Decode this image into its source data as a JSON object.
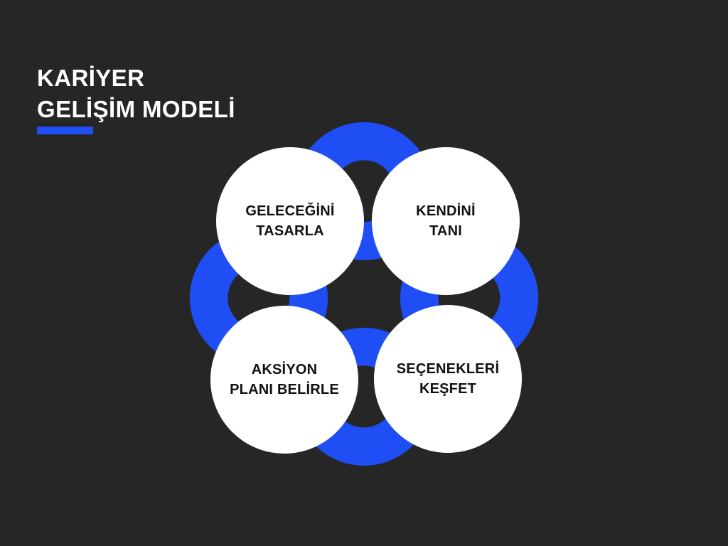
{
  "slide": {
    "background_color": "#262626",
    "accent_color": "#1f4ef5",
    "node_fill_color": "#ffffff",
    "title_color": "#ffffff",
    "title": "KARİYER\nGELİŞİM MODELİ"
  },
  "diagram": {
    "type": "cycle",
    "ring_color": "#1f4ef5",
    "rings": [
      {
        "position": "top"
      },
      {
        "position": "right"
      },
      {
        "position": "bottom"
      },
      {
        "position": "left"
      }
    ],
    "nodes": [
      {
        "id": "gelecegini-tasarla",
        "label": "GELECEĞİNİ\nTASARLA",
        "position": "top-left"
      },
      {
        "id": "kendini-tani",
        "label": "KENDİNİ\nTANI",
        "position": "top-right"
      },
      {
        "id": "aksiyon-plani-belirle",
        "label": "AKSİYON\nPLANI BELİRLE",
        "position": "bottom-left"
      },
      {
        "id": "secenekleri-kesfet",
        "label": "SEÇENEKLERİ\nKEŞFET",
        "position": "bottom-right"
      }
    ]
  }
}
